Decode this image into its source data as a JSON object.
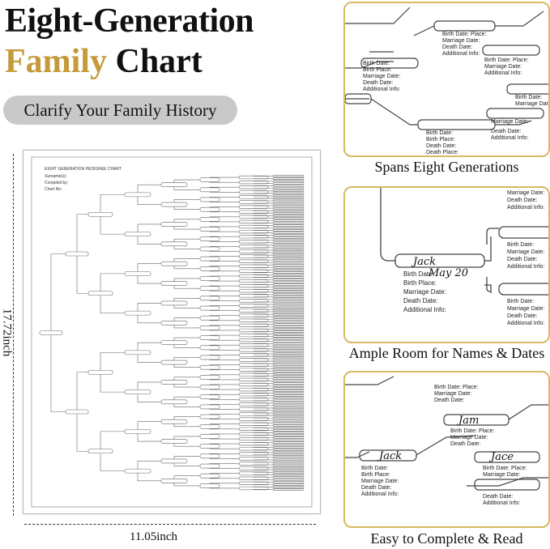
{
  "title": {
    "line1": "Eight-Generation",
    "line2_word1": "Family",
    "line2_word2": "Chart"
  },
  "subtitle": "Clarify Your Family History",
  "sheet": {
    "heading": "EIGHT GENERATION PEDIGREE CHART",
    "surname_label": "Surname(s):",
    "compiled_label": "Compiled by:",
    "chart_no_label": "Chart No:"
  },
  "dimensions": {
    "height": "17.72inch",
    "width": "11.05inch"
  },
  "panels": [
    {
      "caption": "Spans Eight Generations"
    },
    {
      "caption": "Ample Room for Names & Dates"
    },
    {
      "caption": "Easy to Complete & Read"
    }
  ],
  "fields": {
    "birth_date": "Birth Date:",
    "birth_date_place": "Birth Date: Place:",
    "birth_place": "Birth Place:",
    "marriage_date": "Marriage Date:",
    "death_date": "Death Date:",
    "death_place": "Death Place:",
    "additional": "Additional Info:"
  },
  "handwriting": {
    "name1": "Jack",
    "date1": "May 20",
    "name2": "Jam",
    "name3": "Jace",
    "name4": "Jack"
  },
  "colors": {
    "gold": "#c49a3a",
    "pill": "#c9c9c9",
    "panel_border": "#d8b964"
  }
}
